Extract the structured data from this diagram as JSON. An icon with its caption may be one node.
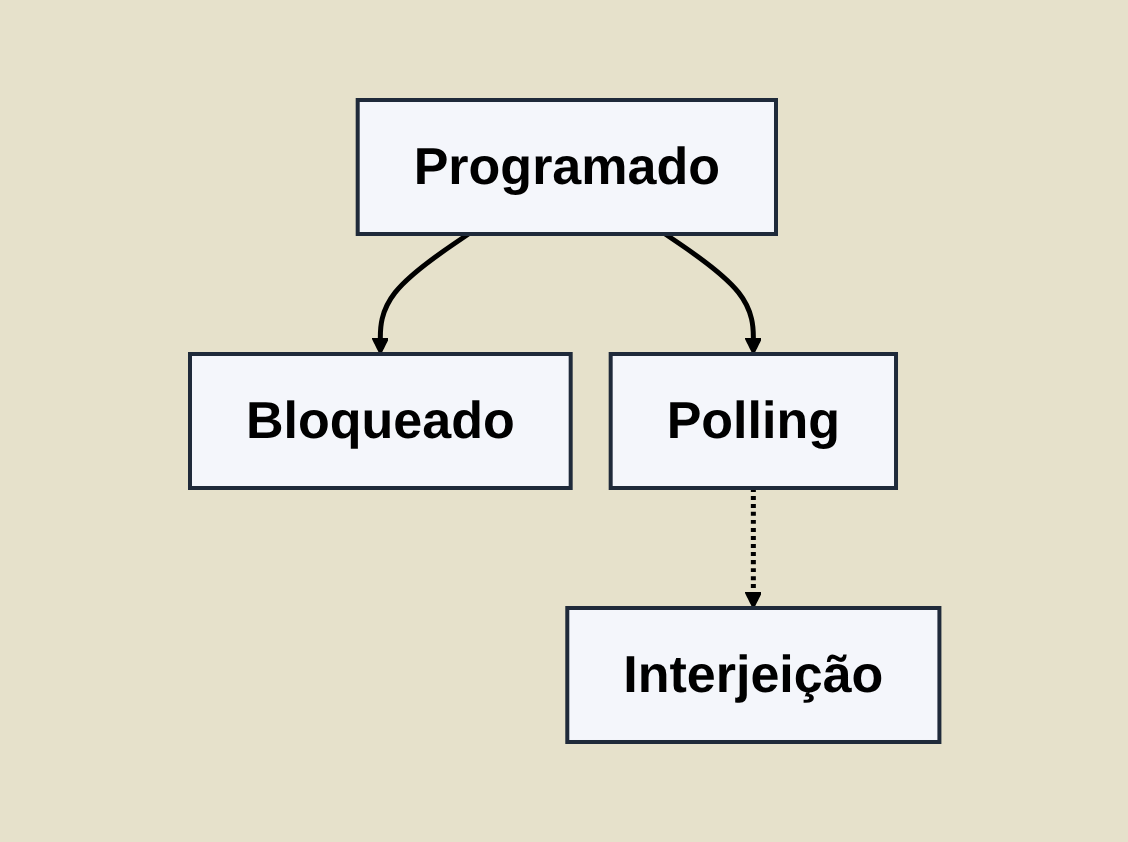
{
  "diagram": {
    "nodes": [
      {
        "text": [
          "Programado"
        ]
      },
      {
        "text": [
          "Bloqueado"
        ]
      },
      {
        "text": [
          "Polling"
        ]
      },
      {
        "text": [
          "Interjeição"
        ]
      }
    ],
    "edges": [
      {
        "from": 0,
        "to": 1,
        "arrow": "to"
      },
      {
        "from": 0,
        "to": 2,
        "arrow": "to"
      },
      {
        "from": 2,
        "to": 3,
        "arrow": "to",
        "style": "dashed"
      }
    ]
  }
}
